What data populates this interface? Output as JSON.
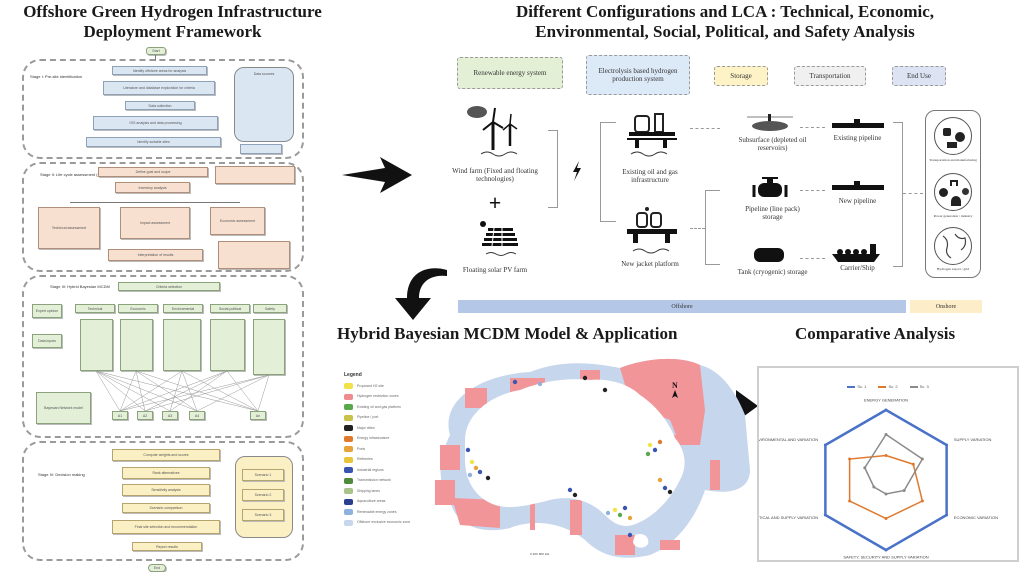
{
  "titles": {
    "left_line1": "Offshore Green Hydrogen Infrastructure",
    "left_line2": "Deployment Framework",
    "config_line1": "Different Configurations and LCA : Technical, Economic,",
    "config_line2": "Environmental, Social, Political, and Safety Analysis",
    "map": "Hybrid Bayesian MCDM Model & Application",
    "comparative": "Comparative Analysis"
  },
  "flowchart": {
    "start_label": "Start",
    "end_label": "End",
    "stages": [
      {
        "label": "Stage I: Pre-site identification"
      },
      {
        "label": "Stage II: Life cycle assessment (LCA)"
      },
      {
        "label": "Stage III: Hybrid Bayesian MCDM"
      },
      {
        "label": "Stage IV: Decision making"
      }
    ],
    "stage1_boxes": [
      "Identify offshore areas for analysis",
      "Literature and database exploration for criteria",
      "Data collection",
      "GIS analysis and data processing",
      "Identify suitable sites"
    ],
    "stage1_db": "Data sources",
    "stage2_boxes": [
      "Define goal and scope",
      "Inventory analysis",
      "Technical assessment",
      "Impact assessment",
      "Economic assessment",
      "Interpretation of results"
    ],
    "stage3_boxes": [
      "Criteria selection",
      "Technical",
      "Economic",
      "Environmental",
      "Social-political",
      "Safety"
    ],
    "stage3_side": [
      "Expert opinion",
      "Data inputs",
      "Bayesian Network model"
    ],
    "stage3_nodes": [
      "A1",
      "A2",
      "A3",
      "A4",
      "An"
    ],
    "stage4_boxes": [
      "Compute weights and scores",
      "Rank alternatives",
      "Sensitivity analysis",
      "Scenario comparison",
      "Final site selection and recommendation",
      "Report results"
    ],
    "stage4_db": [
      "Scenario 1",
      "Scenario 2",
      "Scenario 3"
    ]
  },
  "config": {
    "categories": [
      {
        "label": "Renewable energy system",
        "color": "#e4f0d6"
      },
      {
        "label": "Electrolysis based hydrogen production system",
        "color": "#dce9f7"
      },
      {
        "label": "Storage",
        "color": "#fdf3c6"
      },
      {
        "label": "Transportation",
        "color": "#f0f0f0"
      },
      {
        "label": "End Use",
        "color": "#dde3f3"
      }
    ],
    "renewables": {
      "wind": "Wind farm (Fixed and floating technologies)",
      "solar": "Floating solar PV farm",
      "plus": "+"
    },
    "production": {
      "existing": "Existing oil and gas infrastructure",
      "new": "New jacket platform"
    },
    "storage": {
      "subsurface": "Subsurface (depleted oil reservoirs)",
      "pipeline": "Pipeline (line pack) storage",
      "tank": "Tank (cryogenic) storage"
    },
    "transport": {
      "existing": "Existing pipeline",
      "new": "New pipeline",
      "ship": "Carrier/Ship"
    },
    "end_use": [
      "Transportation and manufacturing",
      "Power generation / industry",
      "Hydrogen export / grid"
    ],
    "bands": {
      "offshore": "Offshore",
      "onshore": "Onshore"
    }
  },
  "map": {
    "legend_title": "Legend",
    "legend_items": [
      {
        "label": "Proposed H2 site",
        "color": "#f2e24a",
        "icon": "pin-icon"
      },
      {
        "label": "Hydrogen restriction zones",
        "color": "#f08b8f",
        "icon": "area-icon"
      },
      {
        "label": "Existing oil and gas platform",
        "color": "#59a84b",
        "icon": "platform-icon"
      },
      {
        "label": "Pipeline / port",
        "color": "#c9c24a",
        "icon": "port-icon"
      },
      {
        "label": "Major cities",
        "color": "#222222",
        "icon": "city-icon"
      },
      {
        "label": "Energy infrastructure",
        "color": "#e07b2e",
        "icon": "infra-icon"
      },
      {
        "label": "Ports",
        "color": "#e6a33a",
        "icon": "port-icon"
      },
      {
        "label": "Refineries",
        "color": "#e8c53a",
        "icon": "refinery-icon"
      },
      {
        "label": "Industrial regions",
        "color": "#3a55b0",
        "icon": "industry-icon"
      },
      {
        "label": "Transmission network",
        "color": "#4f8a3a",
        "icon": "grid-icon"
      },
      {
        "label": "Shipping lanes",
        "color": "#a9c48a",
        "icon": "ship-icon"
      },
      {
        "label": "Aquaculture areas",
        "color": "#2a3f8f",
        "icon": "fish-icon"
      },
      {
        "label": "Renewable energy zones",
        "color": "#8fb2dd",
        "icon": "triangle-icon"
      },
      {
        "label": "Offshore exclusive economic zone",
        "color": "#c6d6ec",
        "icon": "zone-icon"
      }
    ],
    "colors": {
      "eez": "#c6d6ec",
      "restricted": "#f29599",
      "land": "#ffffff"
    },
    "scale_label": "0   400  800 km",
    "north_label": "N"
  },
  "chart_data": {
    "type": "radar",
    "title": "",
    "legend_position": "top",
    "axes": [
      "Energy Generation",
      "Supply Variation",
      "Economic Variation",
      "Safety, Security and Supply Variation",
      "Safety, Political and Supply Variation",
      "Safety, Environmental and Variation"
    ],
    "range": [
      0,
      1
    ],
    "series": [
      {
        "name": "Sc. 1",
        "color": "#4a72c8",
        "values": [
          1.0,
          1.0,
          1.0,
          1.0,
          1.0,
          1.0
        ]
      },
      {
        "name": "Sc. 2",
        "color": "#e0782e",
        "values": [
          0.35,
          0.45,
          0.6,
          0.55,
          0.6,
          0.6
        ]
      },
      {
        "name": "Sc. 3",
        "color": "#8a8a8a",
        "values": [
          0.65,
          0.6,
          0.3,
          0.2,
          0.2,
          0.35
        ]
      }
    ]
  }
}
